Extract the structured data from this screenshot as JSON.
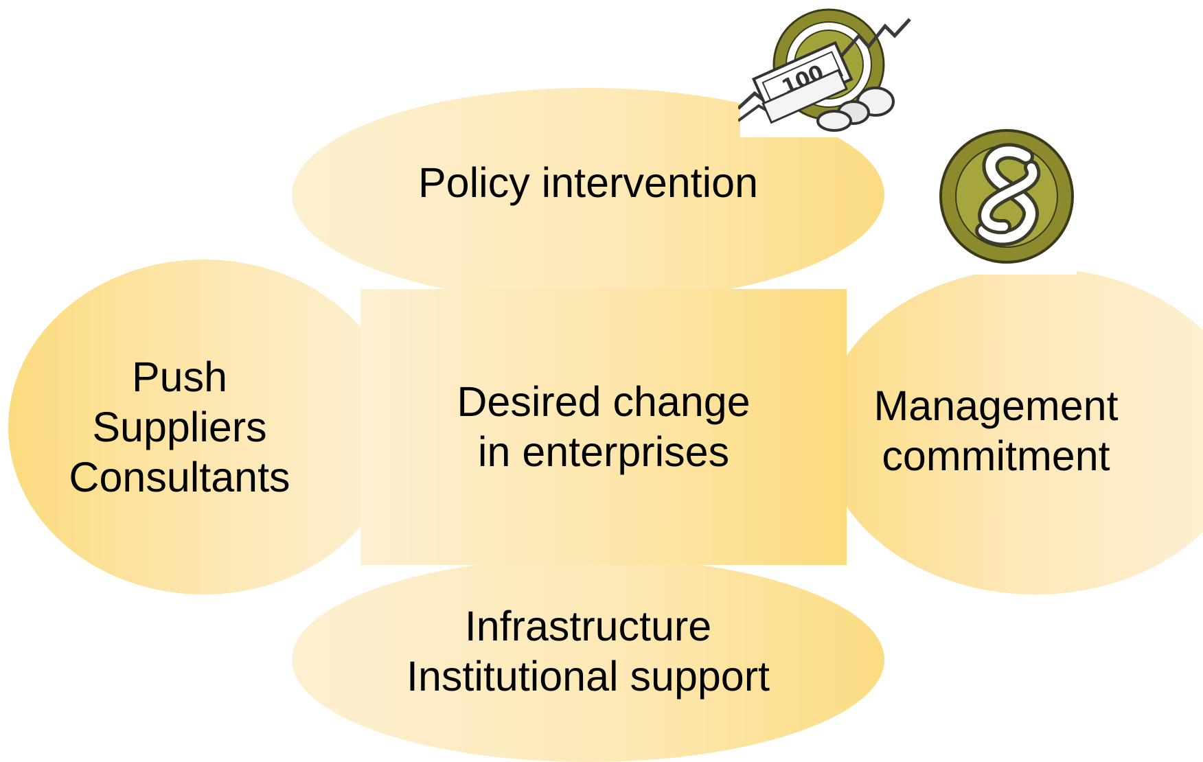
{
  "diagram": {
    "center": {
      "lines": [
        "Desired change",
        "in enterprises"
      ]
    },
    "top": {
      "lines": [
        "Policy intervention"
      ]
    },
    "left": {
      "lines": [
        "Push",
        "Suppliers",
        "Consultants"
      ]
    },
    "right": {
      "lines": [
        "Management",
        "commitment"
      ]
    },
    "bottom": {
      "lines": [
        "Infrastructure",
        "Institutional support"
      ]
    },
    "icons": {
      "money": "money-bills-coins-icon",
      "law": "paragraph-section-icon"
    },
    "colors": {
      "fill_light": "#fdf0d2",
      "fill_dark": "#fbdc82",
      "icon_olive": "#8a8a2a",
      "text": "#000000"
    }
  }
}
